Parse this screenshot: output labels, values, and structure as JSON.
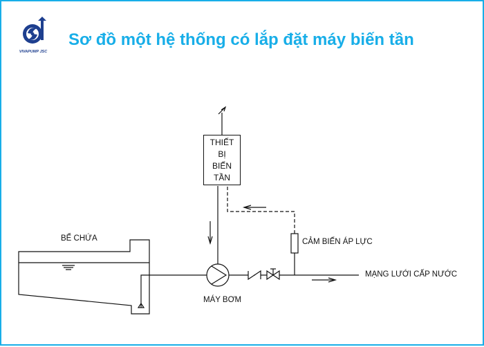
{
  "header": {
    "title": "Sơ đồ một hệ thống có lắp đặt máy biến tần",
    "logo_text": "VIVAPUMP JSC"
  },
  "diagram": {
    "vfd_lines": [
      "THIẾT",
      "BỊ",
      "BIẾN",
      "TẦN"
    ],
    "tank_label": "BỂ CHỨA",
    "sensor_label": "CẢM BIẾN ÁP LỰC",
    "network_label": "MẠNG LƯỚI CẤP NƯỚC",
    "pump_label": "MÁY BƠM"
  },
  "colors": {
    "accent": "#18aee8",
    "brand": "#1e3f8f",
    "line": "#111111"
  },
  "icons": [
    "logo-icon",
    "pump-icon",
    "check-valve-icon",
    "gate-valve-icon",
    "pressure-sensor-icon",
    "flow-arrow-icon",
    "power-feed-icon"
  ]
}
